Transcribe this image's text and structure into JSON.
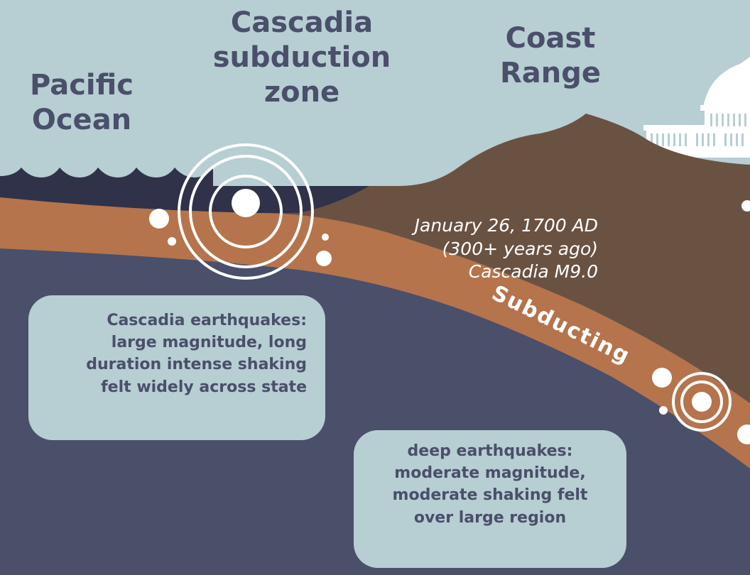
{
  "labels": {
    "pacific_ocean": [
      "Pacific",
      "Ocean"
    ],
    "cascadia_zone": [
      "Cascadia",
      "subduction",
      "zone"
    ],
    "coast_range": [
      "Coast",
      "Range"
    ]
  },
  "event": {
    "line1": "January 26, 1700 AD",
    "line2": "(300+ years ago)",
    "line3": "Cascadia M9.0"
  },
  "plate_label": "Subducting",
  "cascadia_box": {
    "heading": "Cascadia earthquakes",
    "heading_suffix": ":",
    "lines": [
      "large magnitude, long",
      "duration intense shaking",
      "felt widely across state"
    ]
  },
  "deep_box": {
    "heading": "deep earthquakes",
    "heading_suffix": ":",
    "lines": [
      "moderate magnitude,",
      "moderate shaking felt",
      "over large region"
    ]
  },
  "colors": {
    "sky": "#b7ced3",
    "ocean": "#2f3249",
    "mantle": "#4a4f6a",
    "plate": "#b5744c",
    "continent": "#6a5243",
    "text_dark": "#4a4f6a",
    "white": "#ffffff"
  },
  "icons": {
    "building": "capitol-building-icon",
    "quake": "earthquake-rings-icon"
  }
}
